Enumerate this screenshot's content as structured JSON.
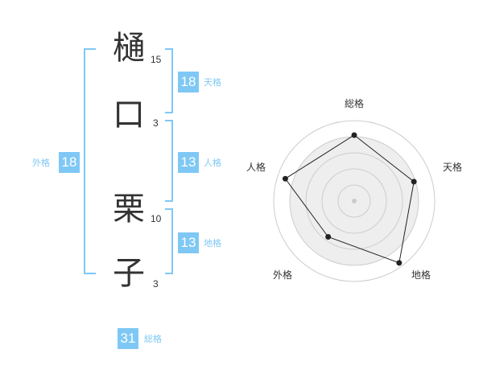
{
  "name_chars": [
    {
      "char": "樋",
      "strokes": "15"
    },
    {
      "char": "口",
      "strokes": "3"
    },
    {
      "char": "栗",
      "strokes": "10"
    },
    {
      "char": "子",
      "strokes": "3"
    }
  ],
  "fortunes": {
    "tenkaku": {
      "label": "天格",
      "value": "18"
    },
    "jinkaku": {
      "label": "人格",
      "value": "13"
    },
    "chikaku": {
      "label": "地格",
      "value": "13"
    },
    "gaikaku": {
      "label": "外格",
      "value": "18"
    },
    "soukaku": {
      "label": "総格",
      "value": "31"
    }
  },
  "radar": {
    "axes": [
      "総格",
      "天格",
      "地格",
      "外格",
      "人格"
    ],
    "values": [
      0.82,
      0.78,
      0.95,
      0.55,
      0.9
    ],
    "line_color": "#222222",
    "fill_color": "#eeeeee",
    "ring_color": "#cccccc"
  },
  "accent_color": "#7fc8f5"
}
